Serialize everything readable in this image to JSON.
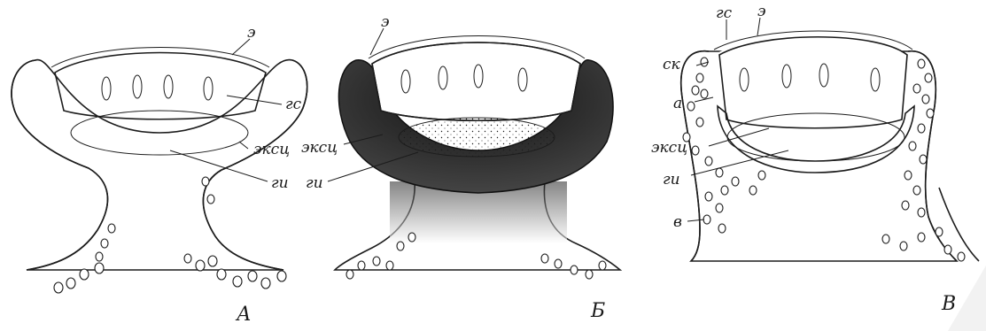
{
  "colors": {
    "ink": "#1c1c1c",
    "paper": "#ffffff",
    "dark_tissue": "#222222"
  },
  "panels": [
    {
      "caption": "А",
      "labels": {
        "e": "э",
        "gs": "гс",
        "eksc": "эксц",
        "gi": "ги"
      }
    },
    {
      "caption": "Б",
      "labels": {
        "e": "э",
        "eksc": "эксц",
        "gi": "ги"
      }
    },
    {
      "caption": "В",
      "labels": {
        "gs": "гс",
        "e": "э",
        "sk": "ск",
        "a": "а",
        "eksc": "эксц",
        "gi": "ги",
        "v": "в"
      }
    }
  ]
}
